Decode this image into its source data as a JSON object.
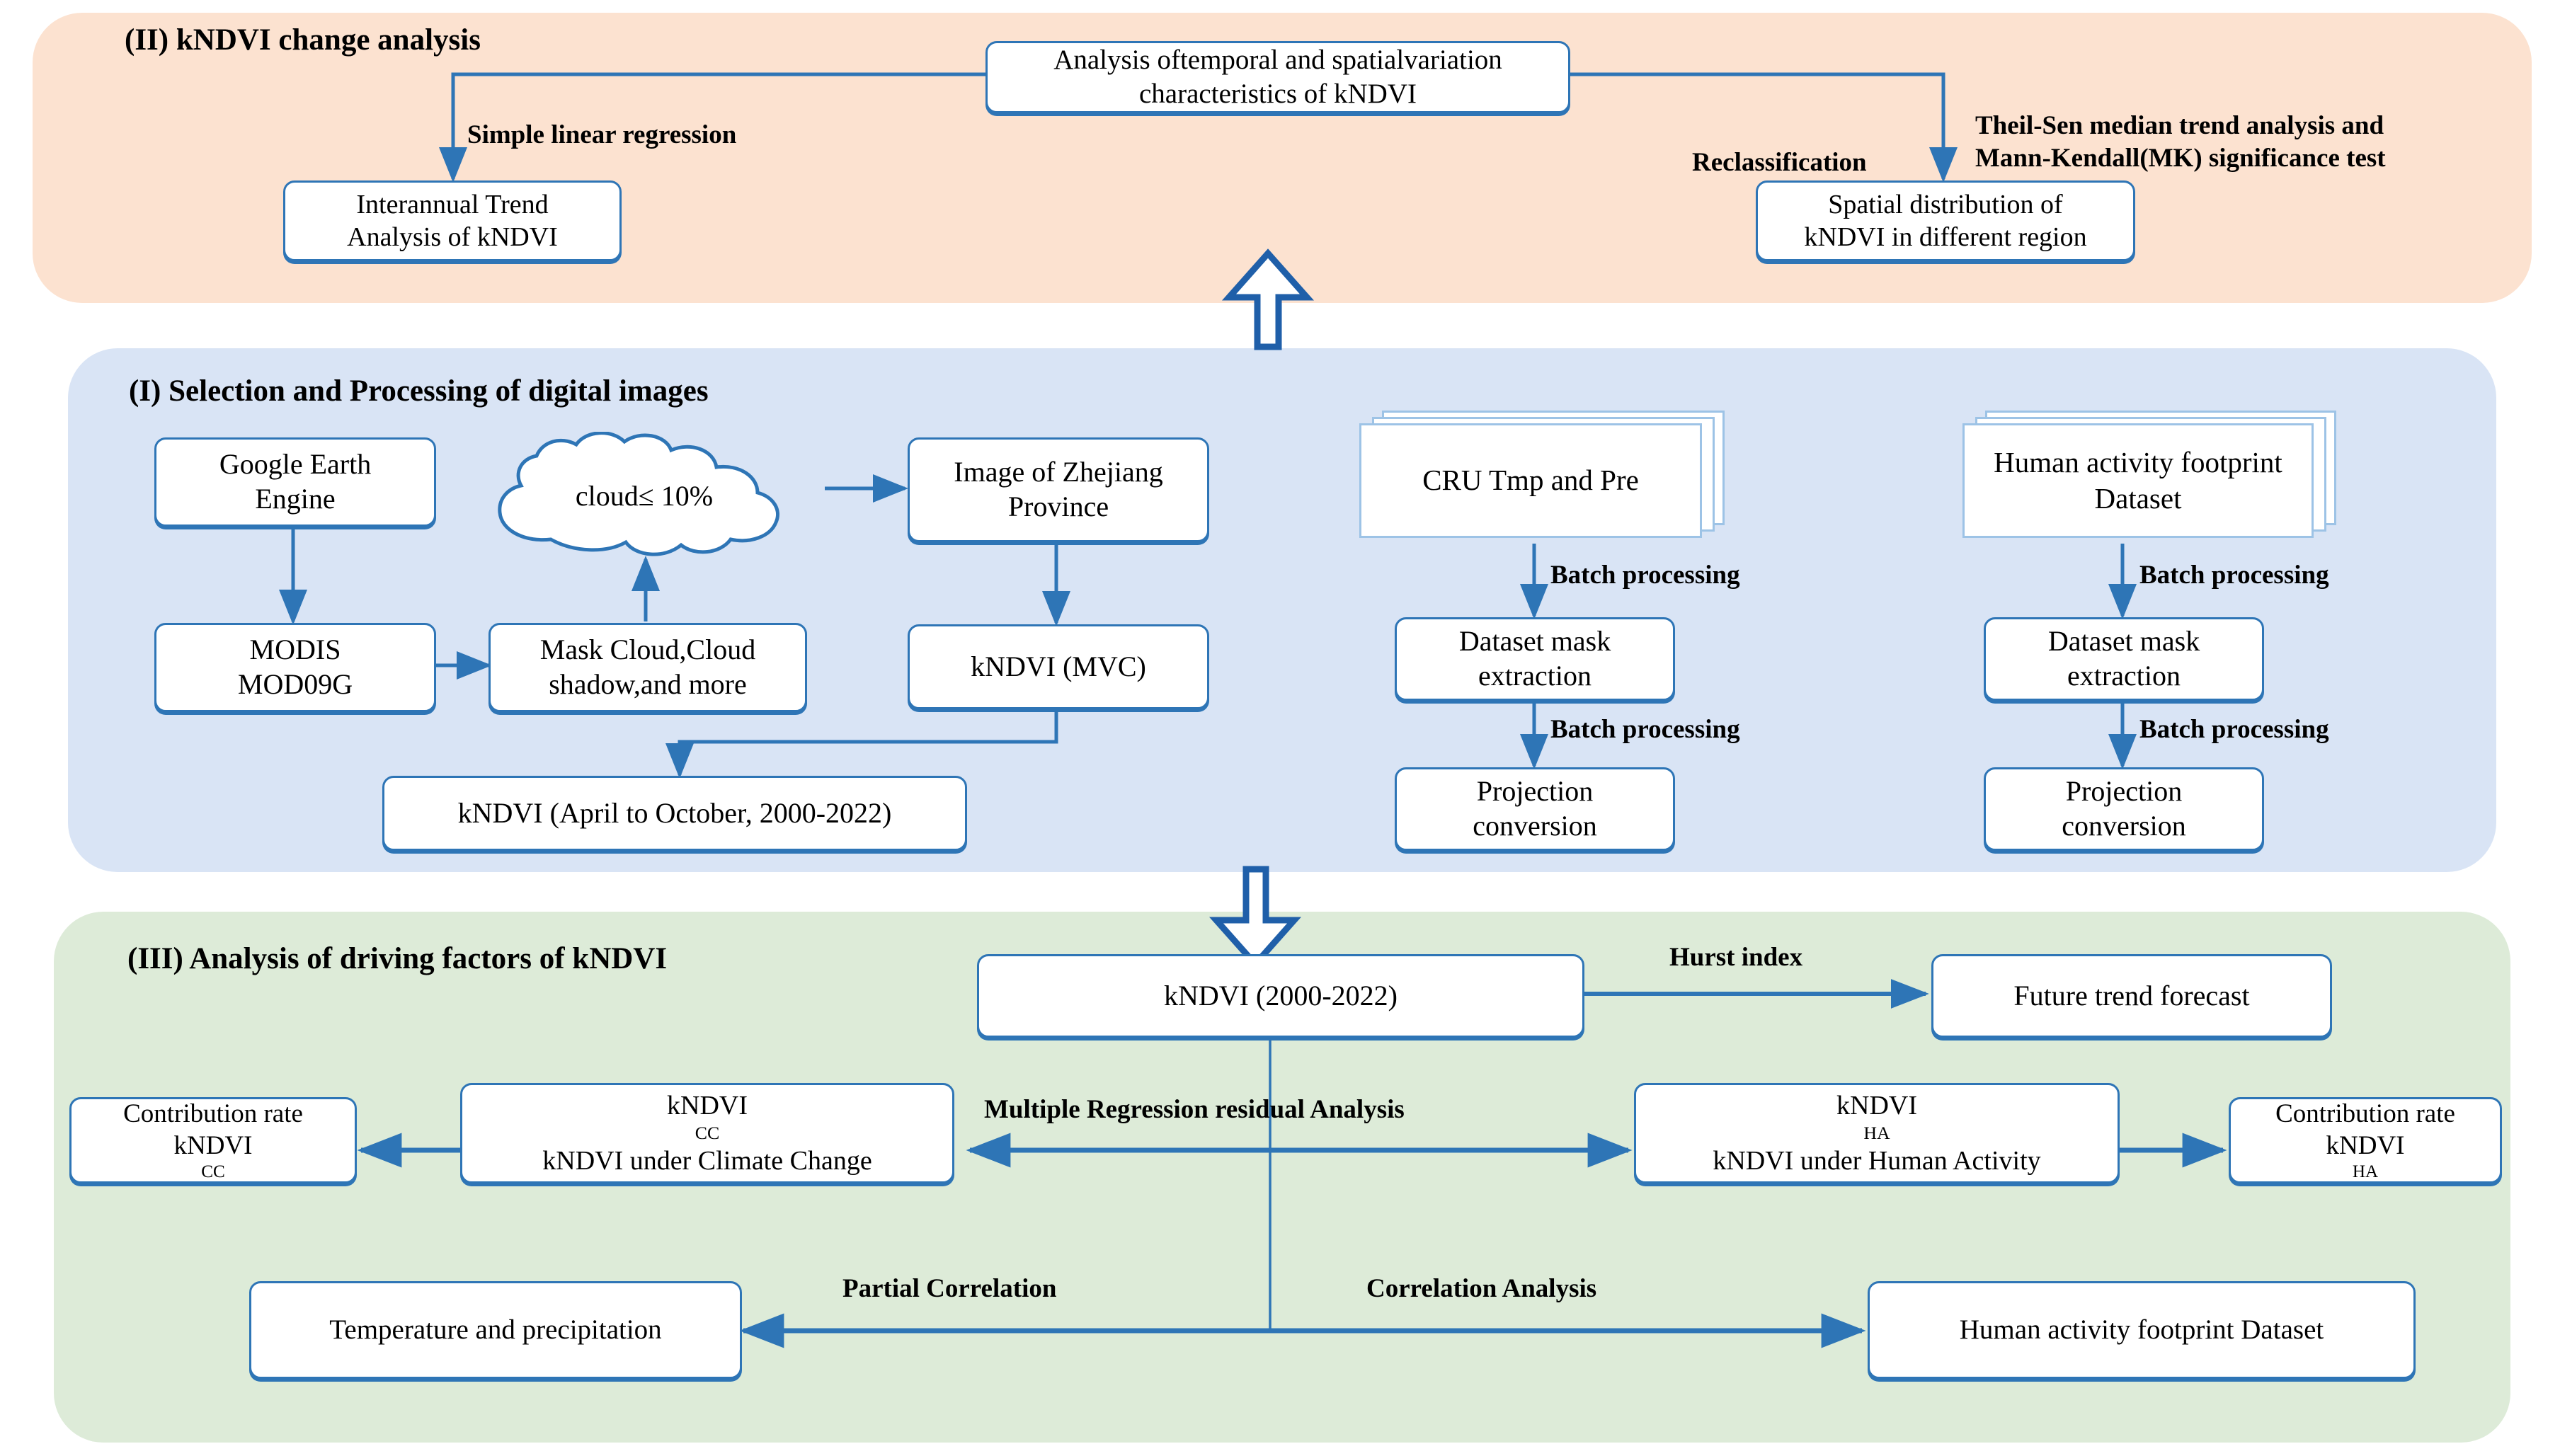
{
  "sections": {
    "ii": {
      "title": "(II) kNDVI change analysis",
      "color": "#FCE2D0"
    },
    "i": {
      "title": "(I) Selection and Processing of digital images",
      "color": "#D9E4F5"
    },
    "iii": {
      "title": "(III) Analysis of driving factors of  kNDVI",
      "color": "#DDEBD8"
    }
  },
  "accent": {
    "box_border": "#2E75B6",
    "arrow": "#2E75B6",
    "stack_border": "#9DC3E6",
    "hollow_arrow": "#1F5FA9"
  },
  "section_ii": {
    "analysis_box_l1": "Analysis oftemporal and spatialvariation",
    "analysis_box_l2": "characteristics of kNDVI",
    "interannual_l1": "Interannual Trend",
    "interannual_l2": "Analysis of  kNDVI",
    "spatial_l1": "Spatial distribution of",
    "spatial_l2": "kNDVI in different region",
    "label_simple_linear": "Simple linear regression",
    "label_reclassification": "Reclassification",
    "label_theilsen_l1": "Theil-Sen median trend analysis and",
    "label_theilsen_l2": "Mann-Kendall(MK) significance test"
  },
  "section_i": {
    "gee_l1": "Google Earth",
    "gee_l2": "Engine",
    "modis_l1": "MODIS",
    "modis_l2": "MOD09G",
    "cloud_condition": "cloud≤ 10%",
    "mask_l1": "Mask Cloud,Cloud",
    "mask_l2": "shadow,and more",
    "image_zhejiang_l1": "Image of Zhejiang",
    "image_zhejiang_l2": "Province",
    "kndvi_mvc": "kNDVI  (MVC)",
    "kndvi_apr_oct": "kNDVI  (April to October, 2000-2022)",
    "cru_l1": "CRU",
    "cru_l2": "Tmp and Pre",
    "cru_mask_l1": "Dataset mask",
    "cru_mask_l2": "extraction",
    "cru_proj_l1": "Projection",
    "cru_proj_l2": "conversion",
    "haf_l1": "Human activity",
    "haf_l2": "footprint Dataset",
    "haf_mask_l1": "Dataset mask",
    "haf_mask_l2": "extraction",
    "haf_proj_l1": "Projection",
    "haf_proj_l2": "conversion",
    "label_batch_1": "Batch processing",
    "label_batch_2": "Batch processing",
    "label_batch_3": "Batch processing",
    "label_batch_4": "Batch processing"
  },
  "section_iii": {
    "kndvi_period": "kNDVI  (2000-2022)",
    "future_trend": "Future trend forecast",
    "label_hurst": "Hurst index",
    "label_mrra": "Multiple Regression residual Analysis",
    "cc_box_l1_main": "kNDVI",
    "cc_box_l1_sub": "CC",
    "cc_box_l2": "kNDVI under Climate Change",
    "contrib_cc_l1": "Contribution rate",
    "contrib_cc_l2_main": "kNDVI",
    "contrib_cc_l2_sub": "CC",
    "ha_box_l1_main": "kNDVI",
    "ha_box_l1_sub": "HA",
    "ha_box_l2": "kNDVI under Human Activity",
    "contrib_ha_l1": "Contribution rate",
    "contrib_ha_l2_main": "kNDVI",
    "contrib_ha_l2_sub": "HA",
    "temp_precip": "Temperature and precipitation",
    "human_footprint": "Human activity footprint Dataset",
    "label_partial_corr": "Partial Correlation",
    "label_corr_analysis": "Correlation Analysis"
  }
}
